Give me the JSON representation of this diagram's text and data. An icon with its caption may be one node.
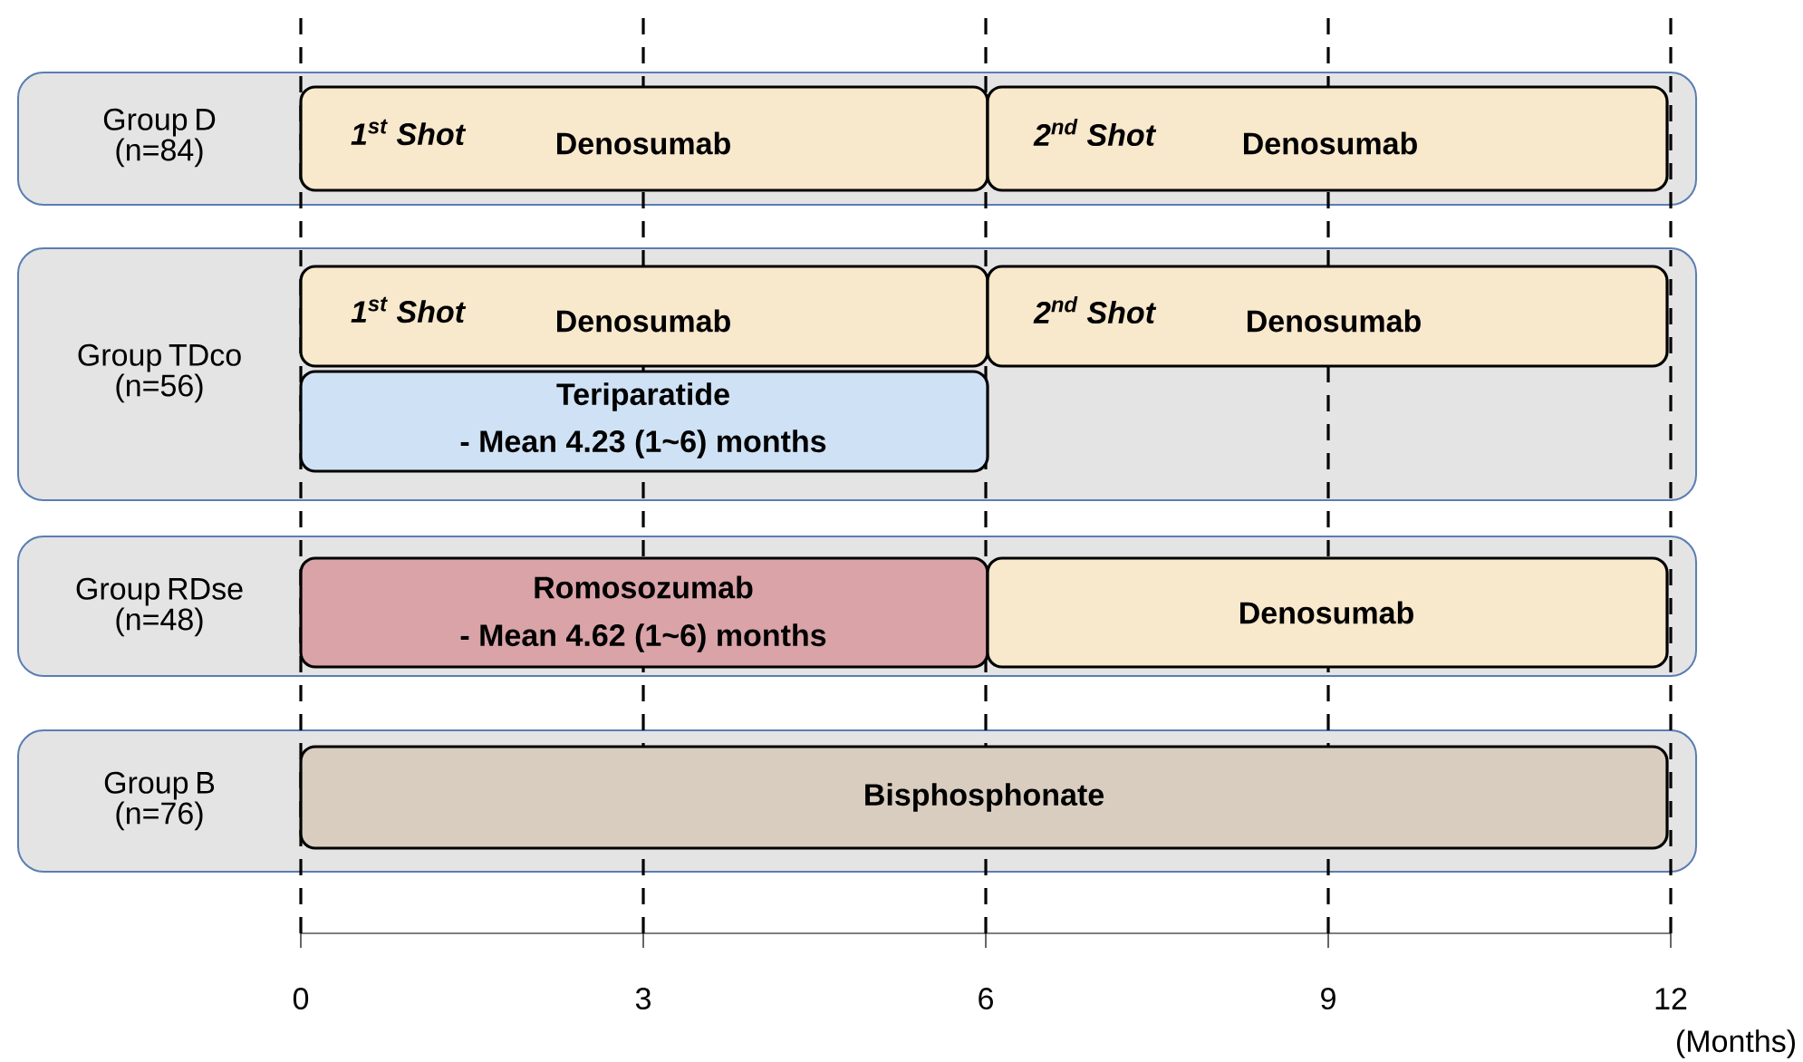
{
  "diagram": {
    "nodes": [
      {
        "text": [
          "Group D (n=84)"
        ]
      },
      {
        "text": [
          "1$^{st}$ Shot",
          "Denosumab"
        ],
        "in": 0
      },
      {
        "text": [
          "2$^{nd}$ Shot",
          "Denosumab"
        ],
        "in": 0
      },
      {
        "text": [
          "Group TDco (n=56)"
        ]
      },
      {
        "text": [
          "1$^{st}$ Shot",
          "Denosumab"
        ],
        "in": 3
      },
      {
        "text": [
          "2$^{nd}$ Shot",
          "Denosumab"
        ],
        "in": 3
      },
      {
        "text": [
          "Teriparatide",
          "- Mean 4.23 (1~6) months"
        ],
        "in": 3
      },
      {
        "text": [
          "Group RDse (n=48)"
        ]
      },
      {
        "text": [
          "Romosozumab",
          "- Mean 4.62 (1~6) months"
        ],
        "in": 7
      },
      {
        "text": [
          "Denosumab"
        ],
        "in": 7
      },
      {
        "text": [
          "Group B (n=76)"
        ]
      },
      {
        "text": [
          "Bisphosphonate"
        ],
        "in": 10
      }
    ],
    "labels": [
      "0",
      "3",
      "6",
      "9",
      "12",
      "(Months)"
    ]
  }
}
